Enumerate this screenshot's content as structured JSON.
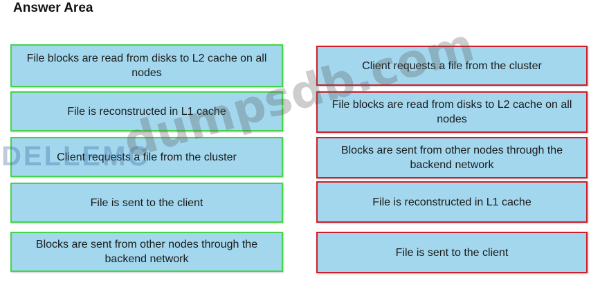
{
  "title": "Answer Area",
  "actions": [
    "File blocks are read from disks to L2 cache on all nodes",
    "File is reconstructed in L1 cache",
    "Client requests a file from the cluster",
    "File is sent to the client",
    "Blocks are sent from other nodes through the backend network"
  ],
  "answers": [
    "Client requests a file from the cluster",
    "File blocks are read from disks to L2 cache on all nodes",
    "Blocks are sent from other nodes through the backend network",
    "File is reconstructed in L1 cache",
    "File is sent to the client"
  ],
  "watermarks": {
    "brand": "DELLEMC",
    "site": "dumpsdb.com"
  },
  "colors": {
    "box_fill": "#a2d7ee",
    "action_border": "#44d44a",
    "answer_border": "#cf1d2a"
  }
}
